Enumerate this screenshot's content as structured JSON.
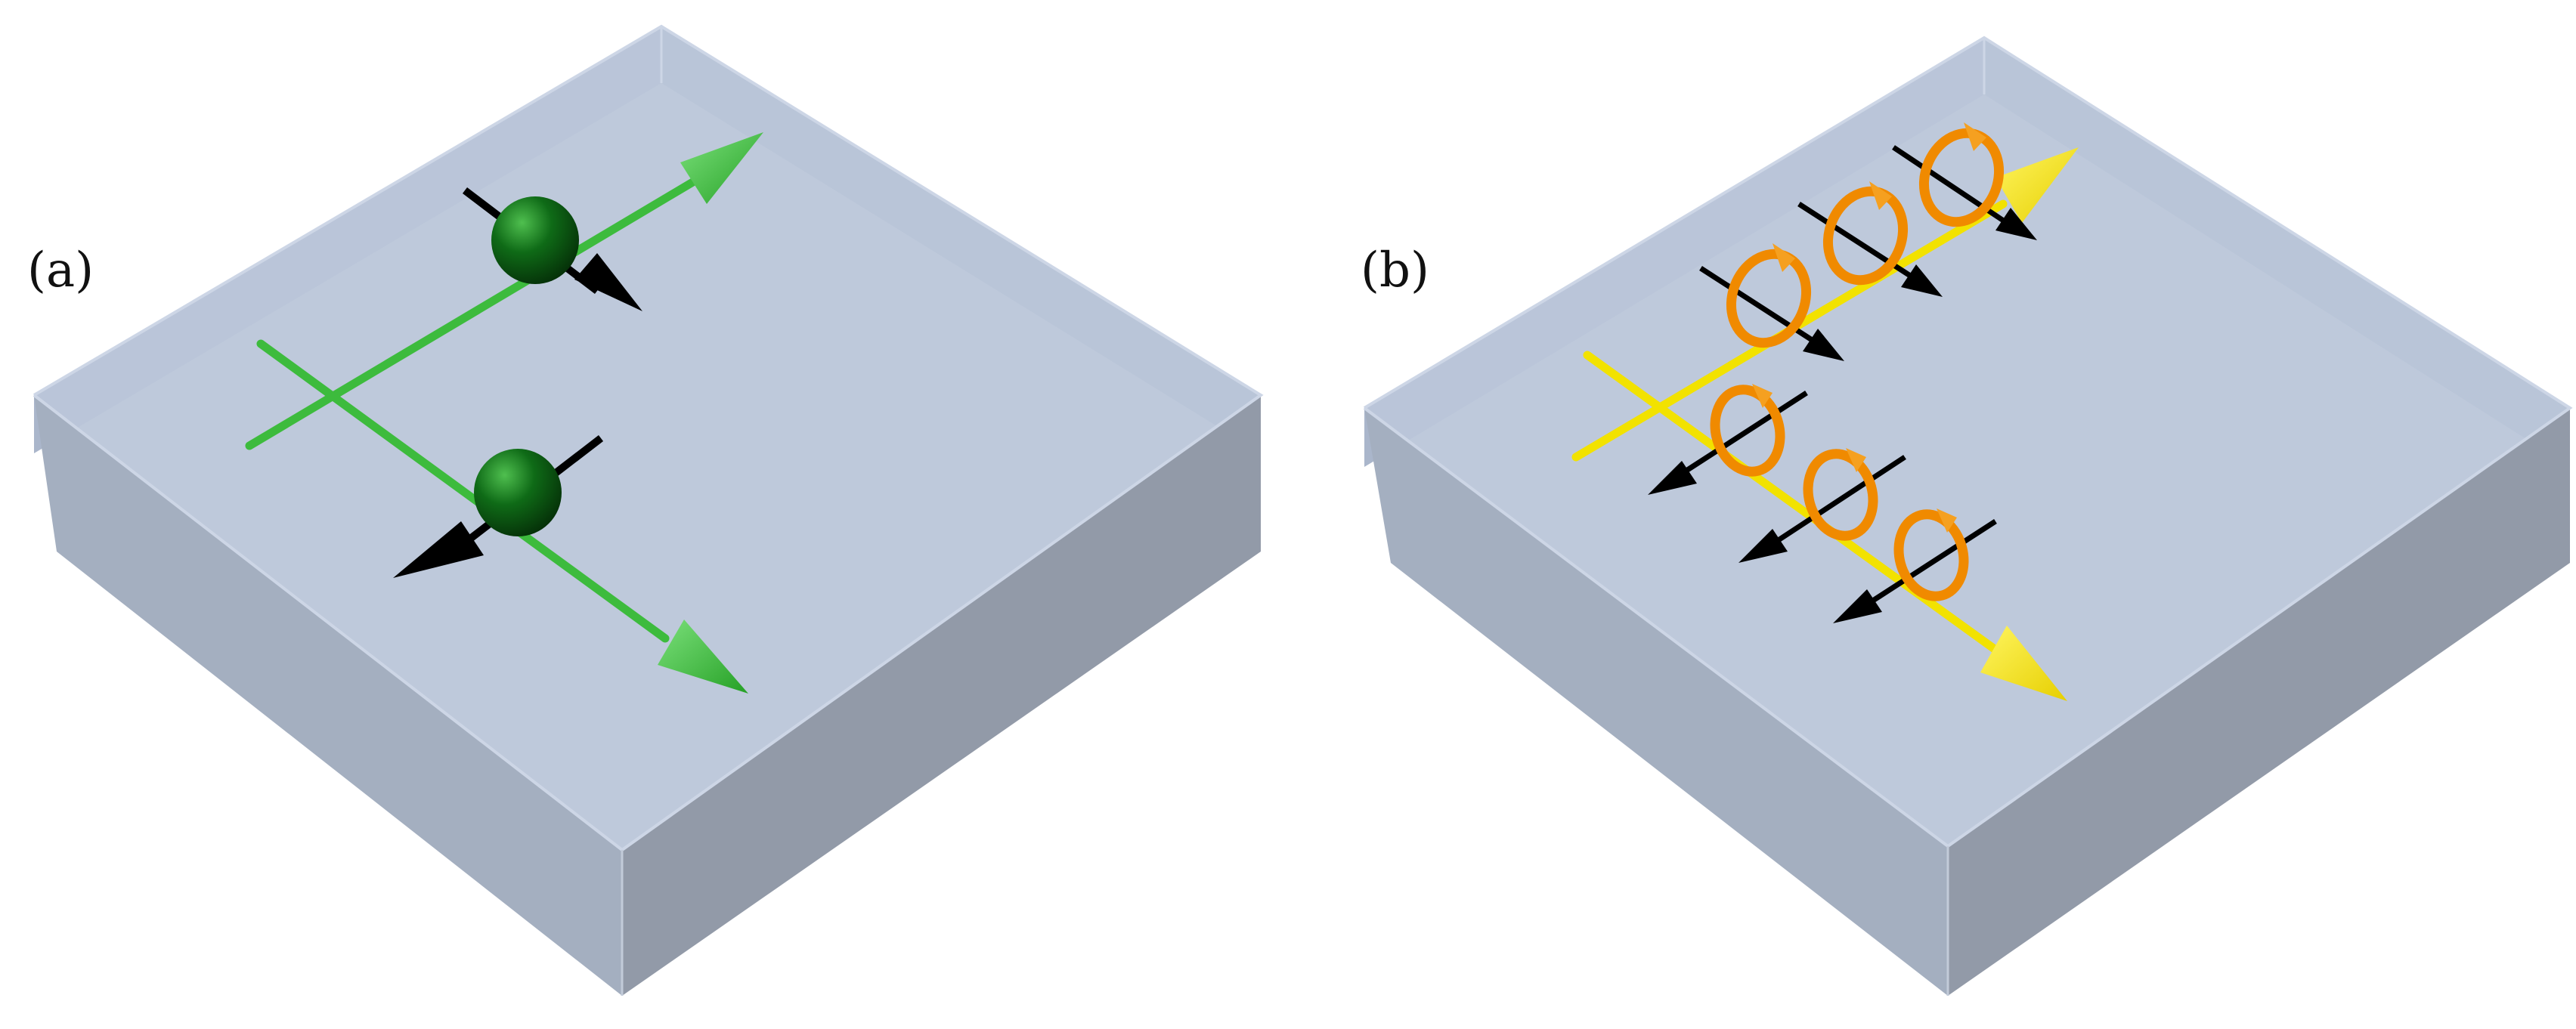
{
  "figure": {
    "panels": [
      {
        "id": "a",
        "label": "(a)"
      },
      {
        "id": "b",
        "label": "(b)"
      }
    ],
    "colors": {
      "slab_top": "#bac6d9",
      "slab_back_wall": "#aab6cb",
      "slab_front_left": "#a4afc0",
      "slab_front_right": "#929aa8",
      "slab_edge": "#cdd6e6",
      "path_a": "#3dbb3d",
      "particle": "#0f6b17",
      "spin_arrow": "#000000",
      "path_b": "#f2e200",
      "vortex_ring": "#f08a00"
    },
    "icons": {
      "particle": "sphere-icon",
      "spin": "arrow-icon",
      "vortex": "ring-icon"
    }
  }
}
